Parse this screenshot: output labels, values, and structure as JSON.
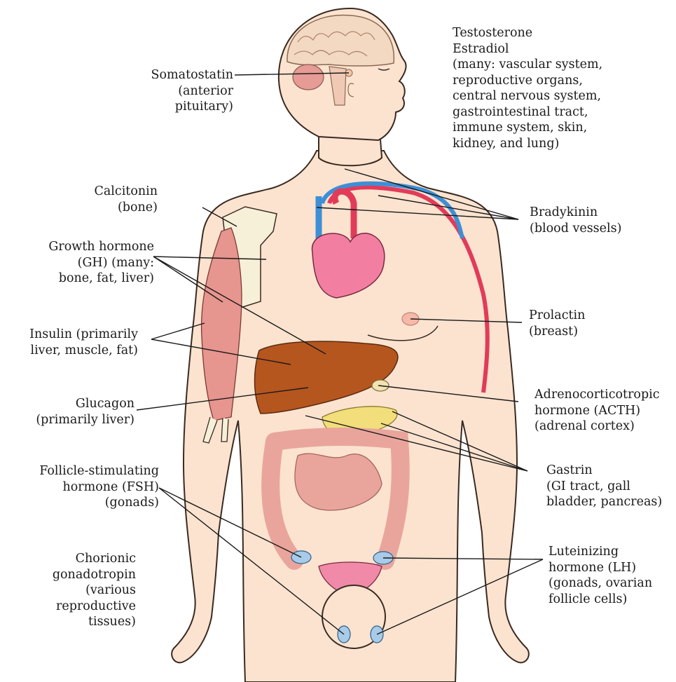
{
  "labels": {
    "somatostatin": [
      "Somatostatin",
      "(anterior",
      "pituitary)"
    ],
    "testosterone": [
      "Testosterone",
      "Estradiol",
      "(many: vascular system,",
      "reproductive organs,",
      "central nervous system,",
      "gastrointestinal tract,",
      "immune system, skin,",
      "kidney, and lung)"
    ],
    "calcitonin": [
      "Calcitonin",
      "(bone)"
    ],
    "bradykinin": [
      "Bradykinin",
      "(blood vessels)"
    ],
    "growth_hormone": [
      "Growth hormone",
      "(GH) (many:",
      "bone, fat, liver)"
    ],
    "insulin": [
      "Insulin (primarily",
      "liver, muscle, fat)"
    ],
    "prolactin": [
      "Prolactin",
      "(breast)"
    ],
    "glucagon": [
      "Glucagon",
      "(primarily liver)"
    ],
    "acth": [
      "Adrenocorticotropic",
      "hormone (ACTH)",
      "(adrenal cortex)"
    ],
    "fsh": [
      "Follicle-stimulating",
      "hormone (FSH)",
      "(gonads)"
    ],
    "gastrin": [
      "Gastrin",
      "(GI tract, gall",
      "bladder, pancreas)"
    ],
    "chorionic": [
      "Chorionic",
      "gonadotropin",
      "(various",
      "reproductive",
      "tissues)"
    ],
    "lh": [
      "Luteinizing",
      "hormone (LH)",
      "(gonads, ovarian",
      "follicle cells)"
    ]
  },
  "colors": {
    "skin": "#fbe3cf",
    "skin_outline": "#3a2a22",
    "brain": "#f4d9c2",
    "liver": "#b5561f",
    "heart": "#f27fa2",
    "artery": "#e23b5a",
    "vein": "#3d8fd6",
    "intestine": "#e9a59c",
    "pancreas": "#f2de7a",
    "muscle": "#e7958f",
    "bone": "#f7f0d8",
    "line": "#1a1a1a"
  }
}
